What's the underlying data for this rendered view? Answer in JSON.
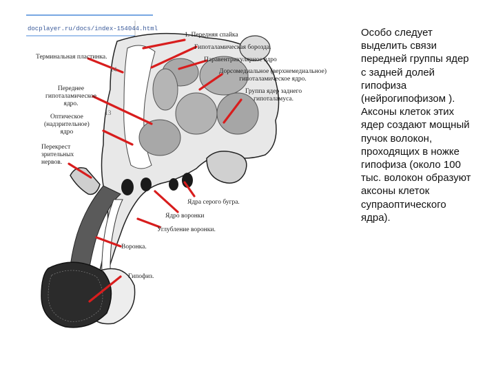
{
  "source_url": "docplayer.ru/docs/index-154044.html",
  "labels": {
    "anterior_commissure": "1. Передняя спайка",
    "hypothalamic_sulcus": "Гипоталамическая борозда.",
    "paraventricular": "Паравентрикулярное ядро",
    "dorsomedial_1": "Дорсомедиальное (верхнемедиальное)",
    "dorsomedial_2": "гипоталамическое  ядро.",
    "posterior_group_1": "Группа ядер заднего",
    "posterior_group_2": "гипоталамуса.",
    "terminal_lamina": "Терминальная пластинка.",
    "anterior_nucleus_1": "Переднее",
    "anterior_nucleus_2": "гипоталамическое",
    "anterior_nucleus_3": "ядро.",
    "supraoptic_1": "Оптическое",
    "supraoptic_2": "(надзрительное)",
    "supraoptic_3": "ядро",
    "chiasm_1": "Перекрест",
    "chiasm_2": "зрительных",
    "chiasm_3": "нервов.",
    "tuber_cinereum": "Ядра серого бугра.",
    "infundibulum_nucleus": "Ядро воронки",
    "infundibular_recess": "Углубление воронки.",
    "infundibulum": "Воронка.",
    "hypophysis": "Гипофиз.",
    "num_14": "14",
    "num_13": "13"
  },
  "colors": {
    "pointer": "#d81d1d",
    "tissue": "#e6e6e6",
    "nucleus_gray": "#a9a9a9",
    "nucleus_dark": "#1a1a1a",
    "outline": "#222222"
  },
  "text": "Особо следует выделить связи передней группы ядер с задней долей гипофиза (нейрогипофизом ). Аксоны клеток этих ядер создают мощный пучок волокон, проходящих в ножке гипофиза (около 100 тыс. волокон образуют аксоны клеток супраоптического ядра)."
}
